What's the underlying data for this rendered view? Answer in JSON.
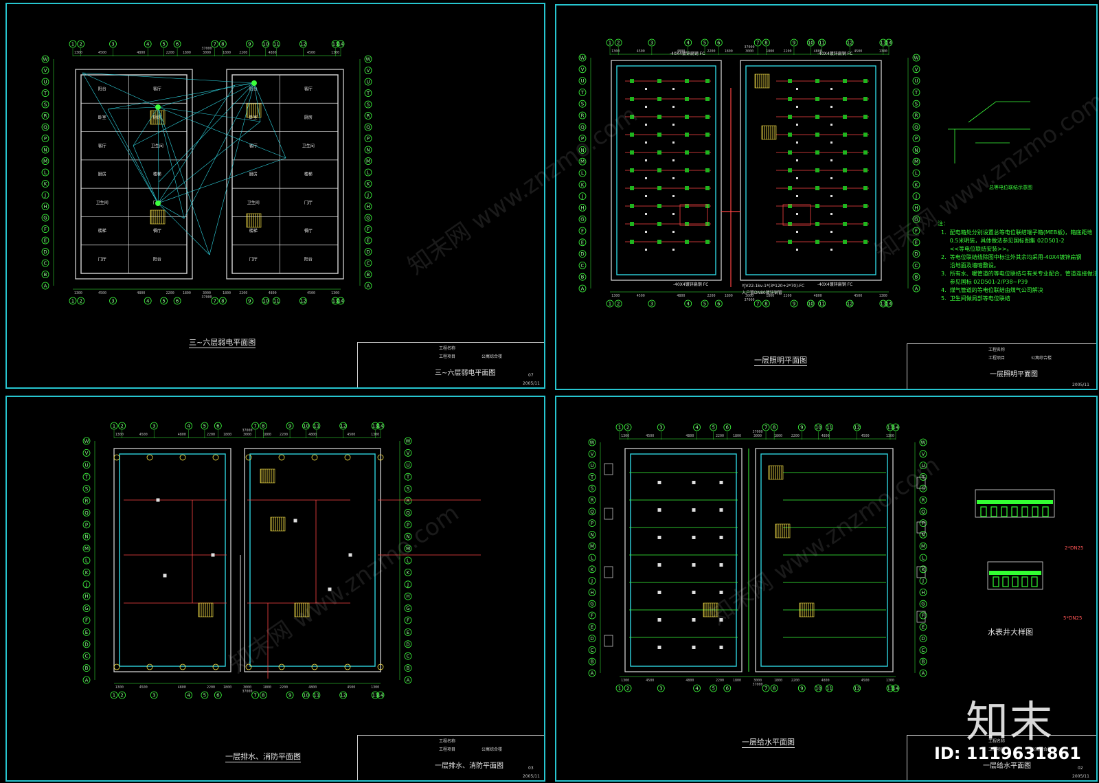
{
  "sheets": [
    {
      "id": "weak-current",
      "caption": "三~六层弱电平面图",
      "tb_project_label": "工程名称",
      "tb_item_label": "工程项目",
      "tb_item_value": "公寓综合楼",
      "tb_title": "三~六层弱电平面图",
      "tb_sheet_no": "07",
      "tb_date": "2005/11"
    },
    {
      "id": "lighting",
      "caption": "一层照明平面图",
      "tb_project_label": "工程名称",
      "tb_item_label": "工程项目",
      "tb_item_value": "公寓综合楼",
      "tb_title": "一层照明平面图",
      "tb_sheet_no": "",
      "tb_date": "2005/11"
    },
    {
      "id": "drainage",
      "caption": "一层排水、消防平面图",
      "tb_project_label": "工程名称",
      "tb_item_label": "工程项目",
      "tb_item_value": "公寓综合楼",
      "tb_title": "一层排水、消防平面图",
      "tb_sheet_no": "03",
      "tb_date": "2005/11"
    },
    {
      "id": "water-supply",
      "caption": "一层给水平面图",
      "tb_project_label": "工程名称",
      "tb_item_label": "工程项目",
      "tb_item_value": "公寓综合楼",
      "tb_title": "一层给水平面图",
      "tb_sheet_no": "02",
      "tb_date": "2005/11"
    }
  ],
  "axis_numbers": [
    "1",
    "2",
    "3",
    "4",
    "5",
    "6",
    "7",
    "8",
    "9",
    "10",
    "11",
    "12",
    "13",
    "14"
  ],
  "axis_letters": [
    "W",
    "V",
    "U",
    "T",
    "S",
    "R",
    "Q",
    "P",
    "N",
    "M",
    "L",
    "K",
    "J",
    "H",
    "G",
    "F",
    "E",
    "D",
    "C",
    "B",
    "A"
  ],
  "dimensions_top": [
    "1300",
    "4500",
    "4800",
    "2200",
    "1800",
    "3000",
    "1800",
    "2200",
    "4800",
    "4500",
    "1300"
  ],
  "total_width": "37000",
  "equip_detail_title": "总等电位联结示意图",
  "water_meter_title": "水表井大样图",
  "water_meter_dn1": "2*DN25",
  "water_meter_dn2": "5*DN25",
  "notes_title": "注：",
  "notes": "1.  配电箱处分别设置总等电位联结端子箱(MEB板)，箱底距地\n     0.5米明装，具体做法参见国标图集 02D501-2\n     <<等电位联结安装>>。\n2.  等电位联结线除图中标注外其余均采用-40X4镀锌扁钢\n     沿地面及墙暗敷设。\n3.  所有水、暖管道的等电位联结与有关专业配合，管道连接做法\n     参见国标 02D501-2/P38~P39\n4.  煤气管道的等电位联结由煤气公司解决\n5.  卫生间做局部等电位联结",
  "room_labels": [
    "阳台",
    "卧室",
    "客厅",
    "厨房",
    "卫生间",
    "楼梯",
    "门厅",
    "餐厅"
  ],
  "lighting_labels": [
    "-40X4镀锌扁钢 FC",
    "YJV22-1kv-1*(3*120+2*70)-FC",
    "入户管DN80镀锌钢管"
  ],
  "watermark": "知末网 www.znzmo.com",
  "logo_text": "知末",
  "id_text": "ID: 1119631861"
}
